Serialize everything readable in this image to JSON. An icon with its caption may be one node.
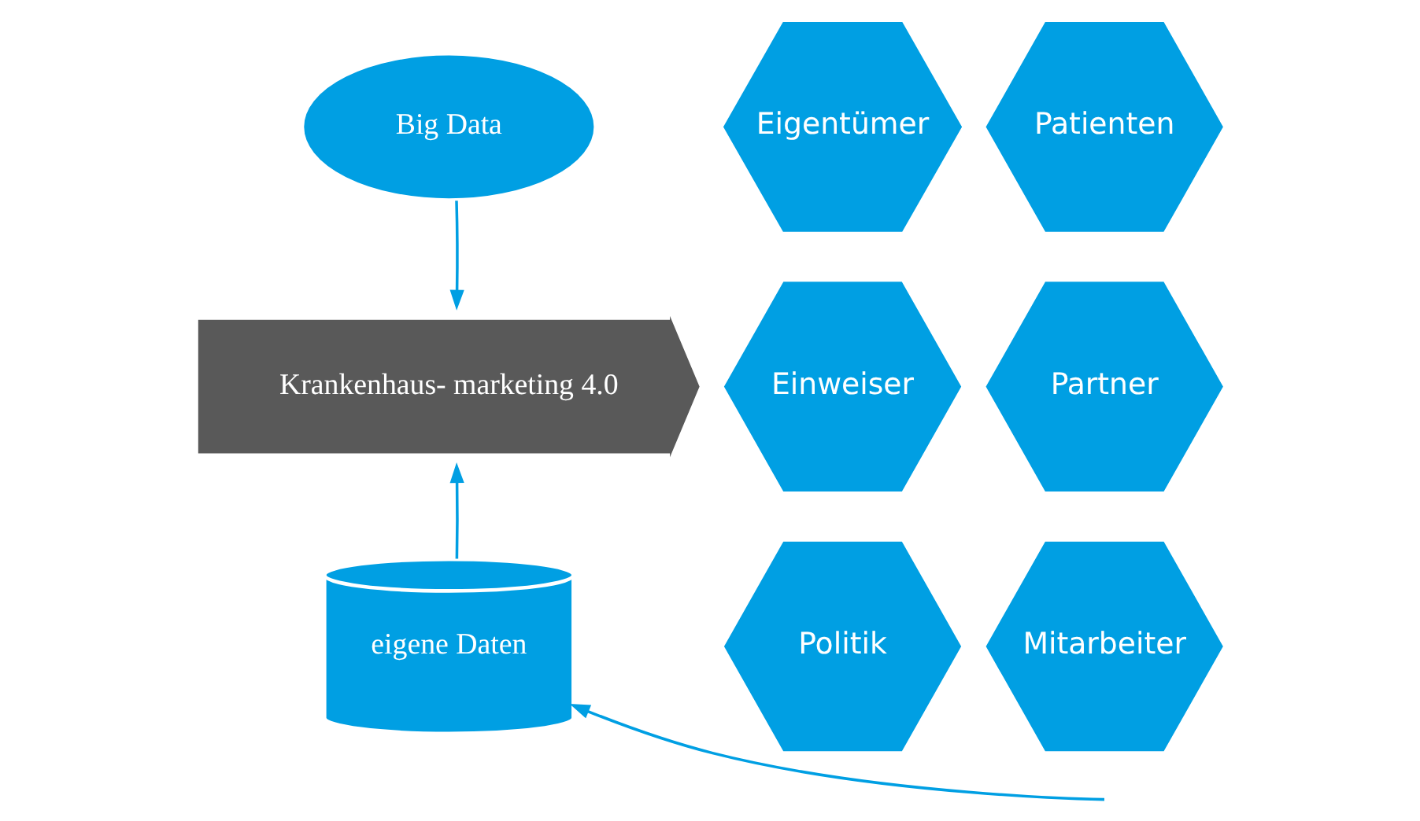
{
  "diagram": {
    "nodes": [
      {
        "text": [
          "Big Data"
        ]
      },
      {
        "text": [
          "Krankenhaus- marketing 4.0"
        ]
      },
      {
        "text": [
          "eigene Daten"
        ]
      },
      {
        "text": [
          "Eigentümer"
        ]
      },
      {
        "text": [
          "Patienten"
        ]
      },
      {
        "text": [
          "Einweiser"
        ]
      },
      {
        "text": [
          "Partner"
        ]
      },
      {
        "text": [
          "Politik"
        ]
      },
      {
        "text": [
          "Mitarbeiter"
        ]
      }
    ],
    "edges": [
      {
        "from": 0,
        "to": 1,
        "arrow": "to"
      },
      {
        "from": 2,
        "to": 1,
        "arrow": "to"
      },
      {
        "from": null,
        "to": 2,
        "arrow": "to"
      }
    ]
  }
}
